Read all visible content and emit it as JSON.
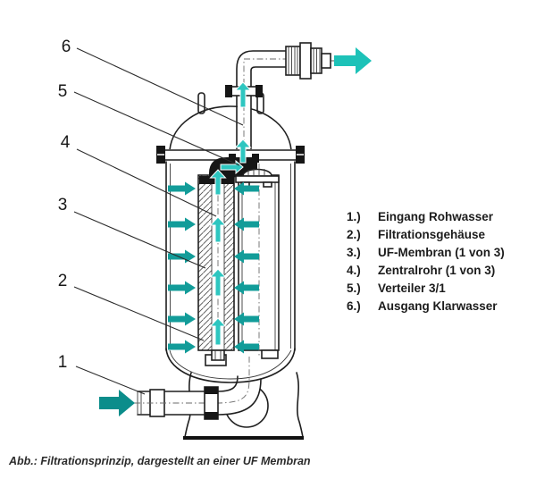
{
  "figure": {
    "caption": "Abb.: Filtrationsprinzip, dargestellt an einer UF Membran"
  },
  "legend": {
    "items": [
      {
        "num": "1.)",
        "label": "Eingang Rohwasser"
      },
      {
        "num": "2.)",
        "label": "Filtrationsgehäuse"
      },
      {
        "num": "3.)",
        "label": "UF-Membran (1 von 3)"
      },
      {
        "num": "4.)",
        "label": "Zentralrohr (1 von 3)"
      },
      {
        "num": "5.)",
        "label": "Verteiler 3/1"
      },
      {
        "num": "6.)",
        "label": "Ausgang Klarwasser"
      }
    ]
  },
  "callout_numbers": [
    "6",
    "5",
    "4",
    "3",
    "2",
    "1"
  ],
  "colors": {
    "line": "#1f1f1f",
    "side_arrow": "#129c99",
    "flow_arrow": "#2ec6c0",
    "inlet_arrow": "#0b8d8b",
    "outlet_arrow": "#1dc2b8",
    "background": "#ffffff"
  }
}
